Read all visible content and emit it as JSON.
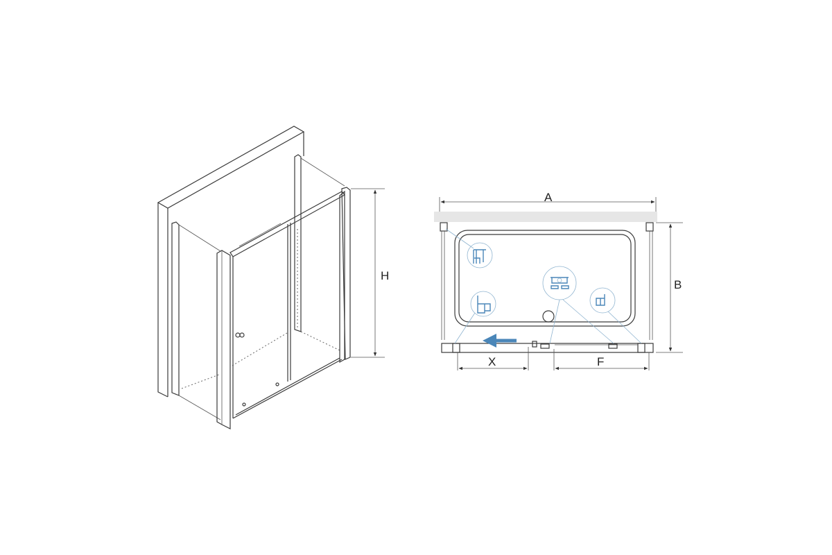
{
  "isometric_view": {
    "height_label": "H"
  },
  "plan_view": {
    "width_label": "A",
    "depth_label": "B",
    "opening_label": "X",
    "fixed_panel_label": "F"
  },
  "colors": {
    "line": "#3a3a3a",
    "detail_blue": "#4a86b8",
    "wall_gray": "#e6e6e6"
  }
}
